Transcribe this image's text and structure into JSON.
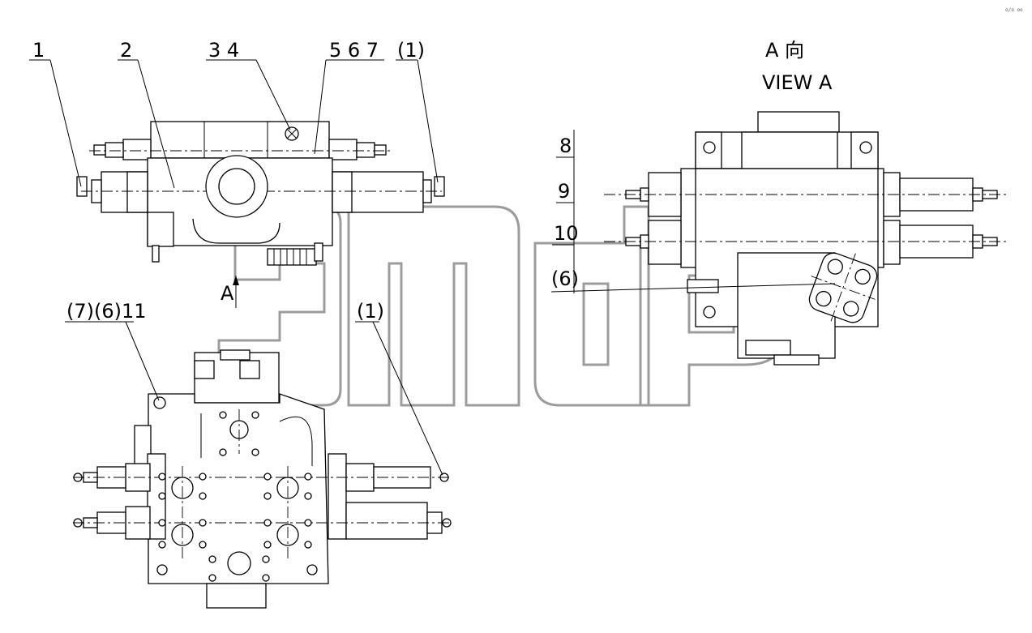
{
  "labels": {
    "item_1": "1",
    "item_2": "2",
    "item_3_4": "3  4",
    "item_5_6_7": "5 6 7",
    "item_p1_top": "(1)",
    "arrow_a": "A",
    "item_7_6_11": "(7)(6)11",
    "item_p1_bottom": "(1)",
    "view_a_cn": "A  向",
    "view_a_en": "VIEW A",
    "item_8": "8",
    "item_9": "9",
    "item_10": "10",
    "item_p6": "(6)"
  },
  "watermark": {
    "text": "TM",
    "color": "#9a9a9a"
  },
  "corner_mark": "o/o oo"
}
